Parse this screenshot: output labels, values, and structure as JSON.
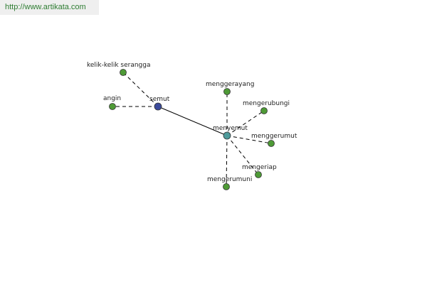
{
  "header": {
    "url": "http://www.artikata.com"
  },
  "colors": {
    "leaf": "#4e9a36",
    "root": "#3a4a9a",
    "hub": "#4e9a9a",
    "node_stroke": "#333333",
    "edge": "#000000"
  },
  "graph": {
    "nodes": [
      {
        "id": "semut",
        "label": "semut",
        "kind": "root"
      },
      {
        "id": "menyemut",
        "label": "menyemut",
        "kind": "hub"
      },
      {
        "id": "kelik",
        "label": "kelik-kelik serangga",
        "kind": "leaf"
      },
      {
        "id": "angin",
        "label": "angin",
        "kind": "leaf"
      },
      {
        "id": "menggerayang",
        "label": "menggerayang",
        "kind": "leaf"
      },
      {
        "id": "mengerubungi",
        "label": "mengerubungi",
        "kind": "leaf"
      },
      {
        "id": "menggerumut",
        "label": "menggerumut",
        "kind": "leaf"
      },
      {
        "id": "mengeriap",
        "label": "mengeriap",
        "kind": "leaf"
      },
      {
        "id": "mengerumuni",
        "label": "mengerumuni",
        "kind": "leaf"
      }
    ],
    "edges": [
      {
        "from": "semut",
        "to": "menyemut",
        "style": "solid"
      },
      {
        "from": "semut",
        "to": "kelik",
        "style": "dashed"
      },
      {
        "from": "semut",
        "to": "angin",
        "style": "dashed"
      },
      {
        "from": "menyemut",
        "to": "menggerayang",
        "style": "dashed"
      },
      {
        "from": "menyemut",
        "to": "mengerubungi",
        "style": "dashed"
      },
      {
        "from": "menyemut",
        "to": "menggerumut",
        "style": "dashed"
      },
      {
        "from": "menyemut",
        "to": "mengeriap",
        "style": "dashed"
      },
      {
        "from": "menyemut",
        "to": "mengerumuni",
        "style": "dashed"
      }
    ]
  }
}
